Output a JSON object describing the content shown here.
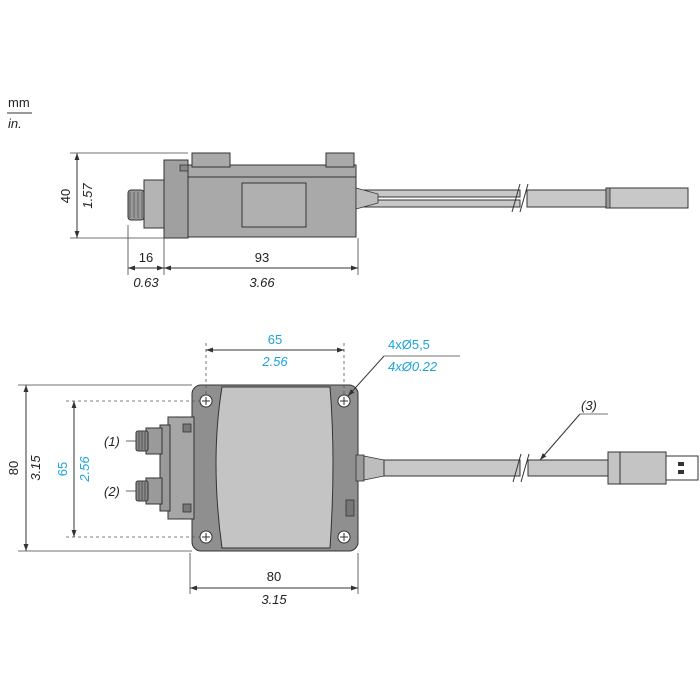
{
  "units": {
    "mm": "mm",
    "in": "in."
  },
  "side_view": {
    "height_mm": "40",
    "height_in": "1.57",
    "connector_mm": "16",
    "connector_in": "0.63",
    "length_mm": "93",
    "length_in": "3.66"
  },
  "top_view": {
    "hole_spacing_mm": "65",
    "hole_spacing_in": "2.56",
    "holes_mm": "4xØ5,5",
    "holes_in": "4xØ0.22",
    "height_mm": "80",
    "height_in": "3.15",
    "inner_height_mm": "65",
    "inner_height_in": "2.56",
    "width_mm": "80",
    "width_in": "3.15",
    "callout_1": "(1)",
    "callout_2": "(2)",
    "callout_3": "(3)"
  },
  "colors": {
    "highlight": "#1aa3d9",
    "body": "#a9a9a9",
    "cable": "#c8c8c8"
  }
}
